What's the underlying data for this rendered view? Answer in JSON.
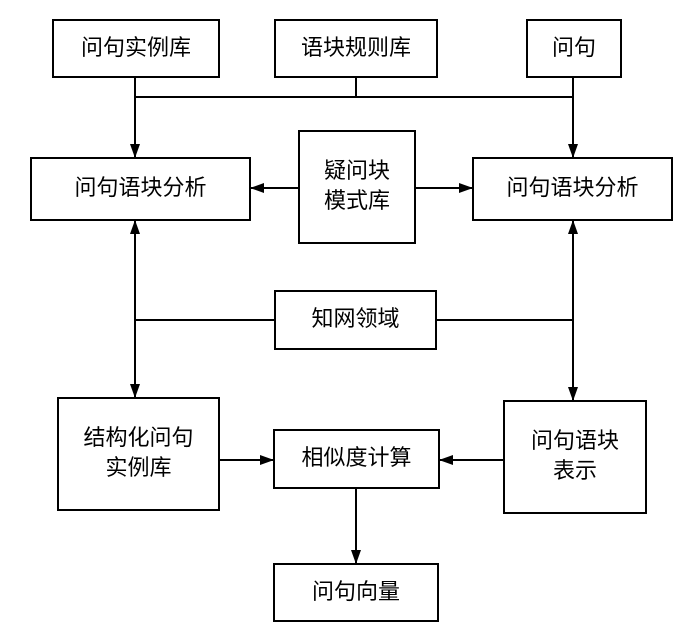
{
  "boxes": {
    "instance_lib": {
      "lines": [
        "问句实例库"
      ]
    },
    "chunk_rule_lib": {
      "lines": [
        "语块规则库"
      ]
    },
    "question": {
      "lines": [
        "问句"
      ]
    },
    "chunk_analysis_left": {
      "lines": [
        "问句语块分析"
      ]
    },
    "interrogative_chunk_lib": {
      "lines": [
        "疑问块",
        "模式库"
      ]
    },
    "chunk_analysis_right": {
      "lines": [
        "问句语块分析"
      ]
    },
    "hownet_domain": {
      "lines": [
        "知网领域"
      ]
    },
    "structured_instance_lib": {
      "lines": [
        "结构化问句",
        "实例库"
      ]
    },
    "similarity_calc": {
      "lines": [
        "相似度计算"
      ]
    },
    "chunk_representation": {
      "lines": [
        "问句语块",
        "表示"
      ]
    },
    "question_vector": {
      "lines": [
        "问句向量"
      ]
    }
  },
  "colors": {
    "line": "#000000",
    "box_border": "#000000",
    "text": "#000000",
    "background": "#ffffff"
  }
}
